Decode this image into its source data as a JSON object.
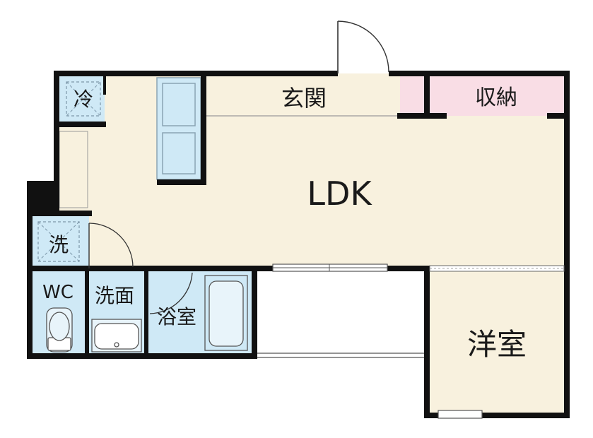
{
  "rooms": {
    "ldk": "LDK",
    "entrance": "玄関",
    "storage": "収納",
    "western_room": "洋室",
    "bath": "浴室",
    "washroom": "洗面",
    "wc": "WC"
  },
  "symbols": {
    "fridge": "冷",
    "washer": "洗"
  },
  "colors": {
    "floor": "#f8f1de",
    "wet_area": "#cfe9f6",
    "storage": "#f9dde5",
    "wall": "#111111",
    "fixture_stroke": "#8aa4b4"
  }
}
